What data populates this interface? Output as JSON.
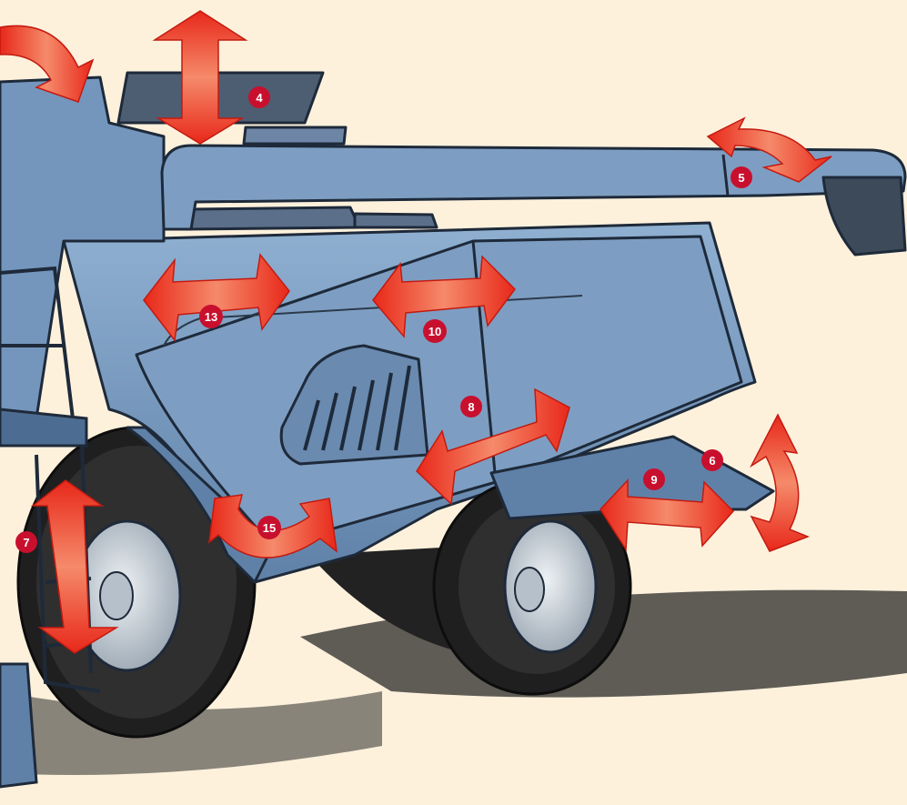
{
  "colors": {
    "background": "#fdf1dc",
    "body": "#7b9cc0",
    "body_dark": "#4d6c91",
    "outline": "#1e2a3a",
    "tire": "#262626",
    "rim": "#c7d0d8",
    "arrow": "#ec2a1b",
    "arrow_light": "#f7a98c",
    "badge": "#c8102e"
  },
  "callouts": [
    {
      "id": "callout-4",
      "label": "4"
    },
    {
      "id": "callout-5",
      "label": "5"
    },
    {
      "id": "callout-6",
      "label": "6"
    },
    {
      "id": "callout-7",
      "label": "7"
    },
    {
      "id": "callout-8",
      "label": "8"
    },
    {
      "id": "callout-9",
      "label": "9"
    },
    {
      "id": "callout-10",
      "label": "10"
    },
    {
      "id": "callout-13",
      "label": "13"
    },
    {
      "id": "callout-15",
      "label": "15"
    }
  ]
}
